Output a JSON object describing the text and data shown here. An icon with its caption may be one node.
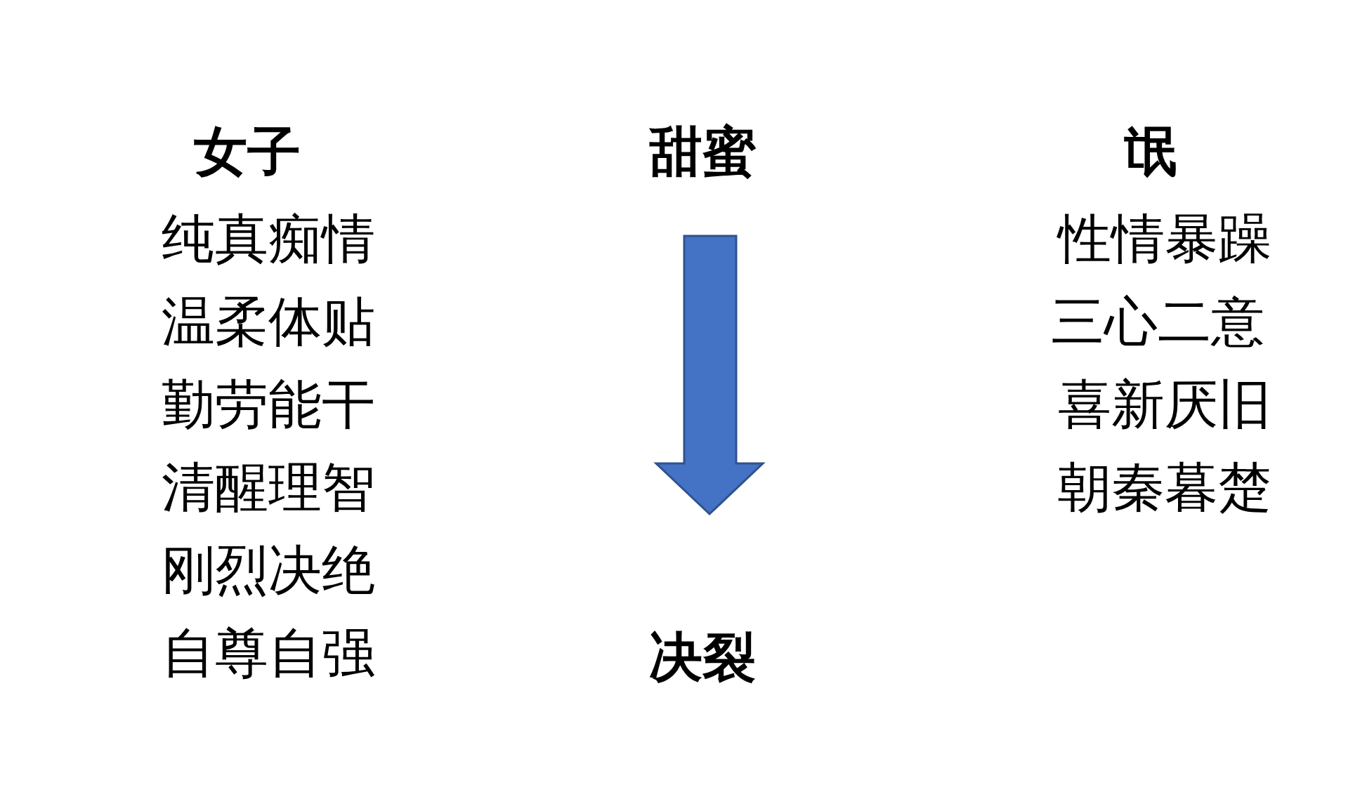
{
  "diagram": {
    "nodes": [
      {
        "text": [
          "甜蜜"
        ]
      },
      {
        "text": [
          "决裂"
        ]
      }
    ],
    "edges": [
      {
        "from": 0,
        "to": 1,
        "arrow": "to"
      }
    ],
    "labels": [
      "女子",
      "纯真痴情",
      "温柔体贴",
      "勤劳能干",
      "清醒理智",
      "刚烈决绝",
      "自尊自强",
      "氓",
      "性情暴躁",
      "三心二意",
      "喜新厌旧",
      "朝秦暮楚"
    ]
  }
}
